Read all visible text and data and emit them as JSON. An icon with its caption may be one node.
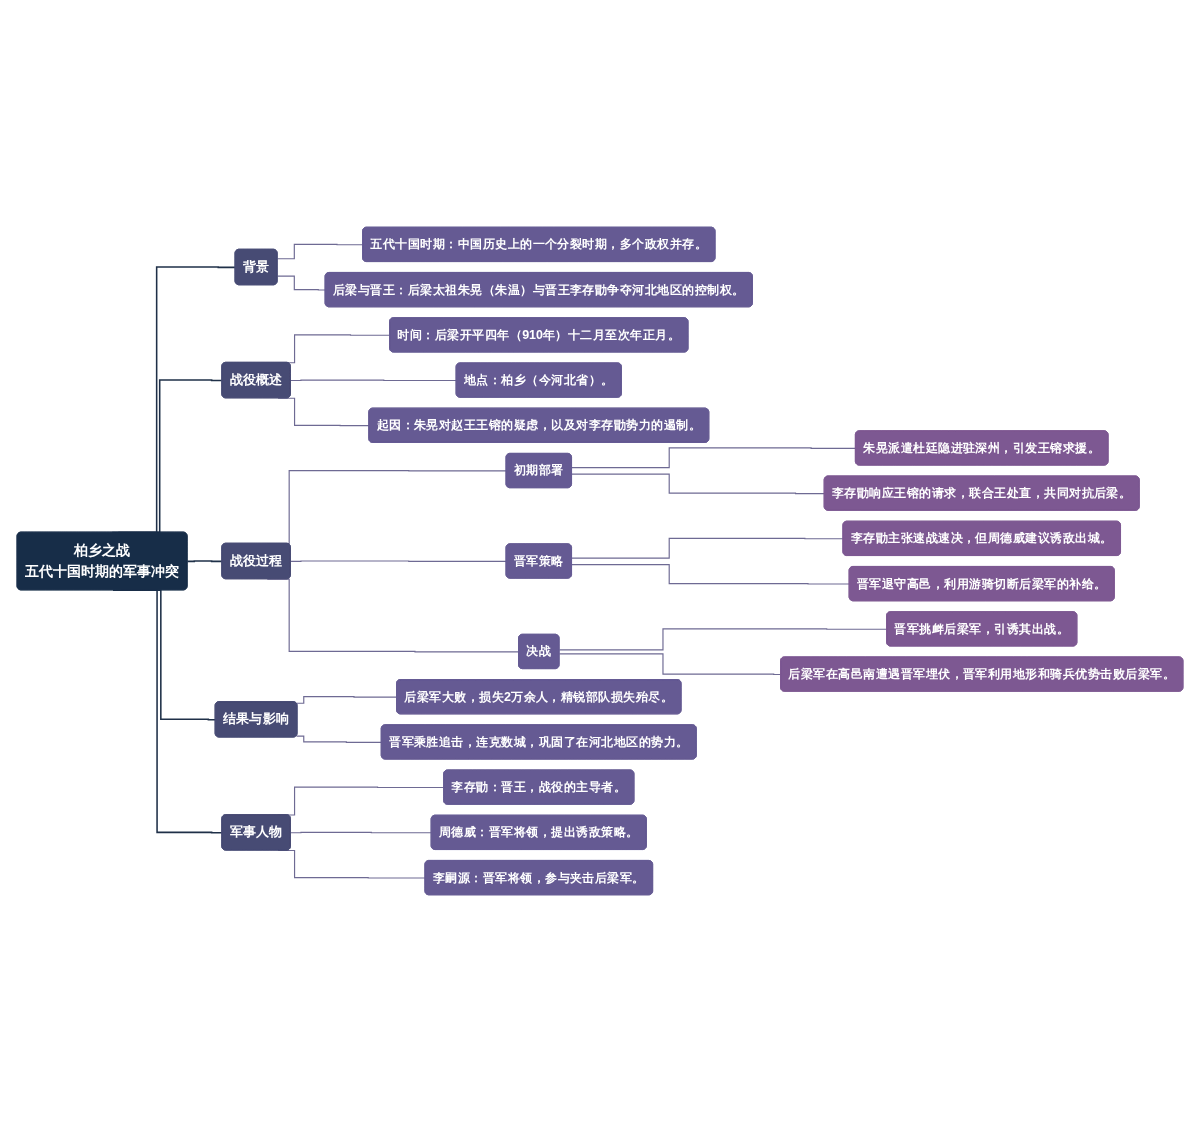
{
  "diagram": {
    "nodes": [
      {
        "text": [
          "柏乡之战",
          "五代十国时期的军事冲突"
        ]
      },
      {
        "text": [
          "背景"
        ]
      },
      {
        "text": [
          "五代十国时期：中国历史上的一个分裂时期，多个政权并存。"
        ]
      },
      {
        "text": [
          "后梁与晋王：后梁太祖朱晃（朱温）与晋王李存勖争夺河北地区的控制权。"
        ]
      },
      {
        "text": [
          "战役概述"
        ]
      },
      {
        "text": [
          "时间：后梁开平四年（910年）十二月至次年正月。"
        ]
      },
      {
        "text": [
          "地点：柏乡（今河北省）。"
        ]
      },
      {
        "text": [
          "起因：朱晃对赵王王镕的疑虑，以及对李存勖势力的遏制。"
        ]
      },
      {
        "text": [
          "战役过程"
        ]
      },
      {
        "text": [
          "初期部署"
        ]
      },
      {
        "text": [
          "朱晃派遣杜廷隐进驻深州，引发王镕求援。"
        ]
      },
      {
        "text": [
          "李存勖响应王镕的请求，联合王处直，共同对抗后梁。"
        ]
      },
      {
        "text": [
          "晋军策略"
        ]
      },
      {
        "text": [
          "李存勖主张速战速决，但周德威建议诱敌出城。"
        ]
      },
      {
        "text": [
          "晋军退守高邑，利用游骑切断后梁军的补给。"
        ]
      },
      {
        "text": [
          "决战"
        ]
      },
      {
        "text": [
          "晋军挑衅后梁军，引诱其出战。"
        ]
      },
      {
        "text": [
          "后梁军在高邑南遭遇晋军埋伏，晋军利用地形和骑兵优势击败后梁军。"
        ]
      },
      {
        "text": [
          "结果与影响"
        ]
      },
      {
        "text": [
          "后梁军大败，损失2万余人，精锐部队损失殆尽。"
        ]
      },
      {
        "text": [
          "晋军乘胜追击，连克数城，巩固了在河北地区的势力。"
        ]
      },
      {
        "text": [
          "军事人物"
        ]
      },
      {
        "text": [
          "李存勖：晋王，战役的主导者。"
        ]
      },
      {
        "text": [
          "周德威：晋军将领，提出诱敌策略。"
        ]
      },
      {
        "text": [
          "李嗣源：晋军将领，参与夹击后梁军。"
        ]
      }
    ],
    "edges": [
      {
        "from": 0,
        "to": 1,
        "arrow": "none",
        "color": "#1f3048"
      },
      {
        "from": 1,
        "to": 2,
        "arrow": "none"
      },
      {
        "from": 1,
        "to": 3,
        "arrow": "none"
      },
      {
        "from": 0,
        "to": 4,
        "arrow": "none",
        "color": "#1f3048"
      },
      {
        "from": 4,
        "to": 5,
        "arrow": "none"
      },
      {
        "from": 4,
        "to": 6,
        "arrow": "none"
      },
      {
        "from": 4,
        "to": 7,
        "arrow": "none"
      },
      {
        "from": 0,
        "to": 8,
        "arrow": "none",
        "color": "#1f3048"
      },
      {
        "from": 8,
        "to": 9,
        "arrow": "none"
      },
      {
        "from": 9,
        "to": 10,
        "arrow": "none"
      },
      {
        "from": 9,
        "to": 11,
        "arrow": "none"
      },
      {
        "from": 8,
        "to": 12,
        "arrow": "none"
      },
      {
        "from": 12,
        "to": 13,
        "arrow": "none"
      },
      {
        "from": 12,
        "to": 14,
        "arrow": "none"
      },
      {
        "from": 8,
        "to": 15,
        "arrow": "none"
      },
      {
        "from": 15,
        "to": 16,
        "arrow": "none"
      },
      {
        "from": 15,
        "to": 17,
        "arrow": "none"
      },
      {
        "from": 0,
        "to": 18,
        "arrow": "none",
        "color": "#1f3048"
      },
      {
        "from": 18,
        "to": 19,
        "arrow": "none"
      },
      {
        "from": 18,
        "to": 20,
        "arrow": "none"
      },
      {
        "from": 0,
        "to": 21,
        "arrow": "none",
        "color": "#1f3048"
      },
      {
        "from": 21,
        "to": 22,
        "arrow": "none"
      },
      {
        "from": 21,
        "to": 23,
        "arrow": "none"
      },
      {
        "from": 21,
        "to": 24,
        "arrow": "none"
      }
    ]
  }
}
